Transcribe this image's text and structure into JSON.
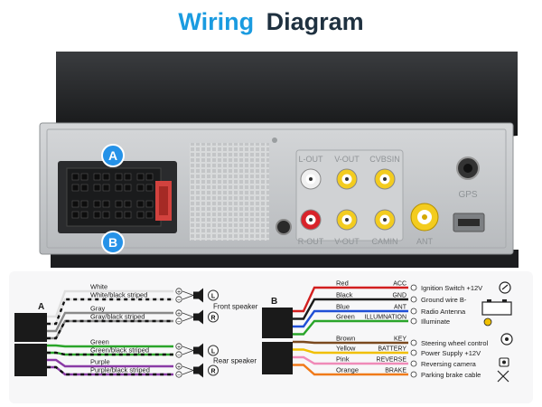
{
  "title": {
    "part1": "Wiring",
    "part2": "Diagram",
    "color1": "#1a9be0",
    "color2": "#1f3140"
  },
  "unit_labels": {
    "badge_a": "A",
    "badge_b": "B",
    "rca": {
      "l_out": "L-OUT",
      "v_out": "V-OUT",
      "cvbsin": "CVBSIN",
      "r_out": "R-OUT",
      "v_out2": "V-OUT",
      "cam_in": "CAMIN",
      "ant": "ANT",
      "gps": "GPS"
    }
  },
  "left_harness": {
    "label": "A",
    "wires": [
      {
        "label": "White",
        "color": "#e0e0e0",
        "stripe": false,
        "sign": "+",
        "channel": "L"
      },
      {
        "label": "White/black striped",
        "color": "#e0e0e0",
        "stripe": true,
        "sign": "−",
        "channel": "L"
      },
      {
        "label": "Gray",
        "color": "#8a8a8a",
        "stripe": false,
        "sign": "+",
        "channel": "R"
      },
      {
        "label": "Gray/black striped",
        "color": "#8a8a8a",
        "stripe": true,
        "sign": "−",
        "channel": "R"
      },
      {
        "label": "Green",
        "color": "#2aa52a",
        "stripe": false,
        "sign": "+",
        "channel": "L"
      },
      {
        "label": "Green/black striped",
        "color": "#2aa52a",
        "stripe": true,
        "sign": "−",
        "channel": "L"
      },
      {
        "label": "Purple",
        "color": "#8a3aa6",
        "stripe": false,
        "sign": "+",
        "channel": "R"
      },
      {
        "label": "Purple/black striped",
        "color": "#8a3aa6",
        "stripe": true,
        "sign": "−",
        "channel": "R"
      }
    ],
    "groups": [
      {
        "label": "Front speaker"
      },
      {
        "label": "Rear speaker"
      }
    ]
  },
  "right_harness": {
    "label": "B",
    "wires": [
      {
        "label": "Red",
        "func": "ACC",
        "color": "#d21f1f",
        "target": "Ignition Switch +12V"
      },
      {
        "label": "Black",
        "func": "GND",
        "color": "#1a1a1a",
        "target": "Ground wire B-"
      },
      {
        "label": "Blue",
        "func": "ANT",
        "color": "#1f4fd6",
        "target": "Radio Antenna"
      },
      {
        "label": "Green",
        "func": "ILLUMNATION",
        "color": "#2aa52a",
        "target": "Illuminate"
      },
      {
        "label": "Brown",
        "func": "KEY",
        "color": "#7a4a1f",
        "target": "Steering wheel control"
      },
      {
        "label": "Yellow",
        "func": "BATTERY",
        "color": "#f0c000",
        "target": "Power Supply +12V"
      },
      {
        "label": "Pink",
        "func": "REVERSE",
        "color": "#f08ab8",
        "target": "Reversing camera"
      },
      {
        "label": "Orange",
        "func": "BRAKE",
        "color": "#f07a1a",
        "target": "Parking brake cable"
      }
    ]
  },
  "colors": {
    "badge": "#2592e8",
    "panel_bg": "#f2f2f2",
    "ring_yellow": "#f3cc1f",
    "ring_red": "#d8232a"
  }
}
